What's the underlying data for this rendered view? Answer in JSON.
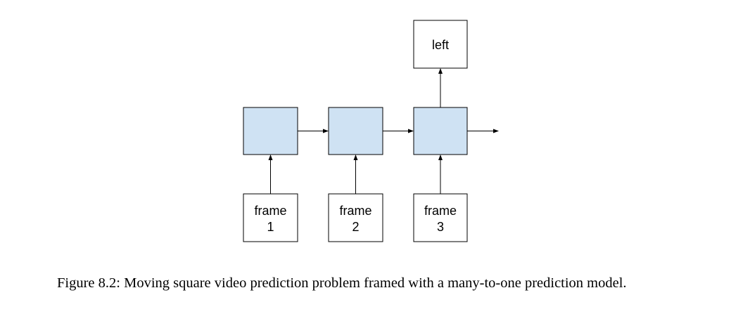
{
  "diagram": {
    "output_label": "left",
    "inputs": [
      {
        "line1": "frame",
        "line2": "1"
      },
      {
        "line1": "frame",
        "line2": "2"
      },
      {
        "line1": "frame",
        "line2": "3"
      }
    ],
    "colors": {
      "hidden_fill": "#cfe2f3",
      "stroke": "#000000",
      "input_fill": "#ffffff"
    }
  },
  "caption": {
    "text": "Figure 8.2: Moving square video prediction problem framed with a many-to-one prediction model."
  }
}
